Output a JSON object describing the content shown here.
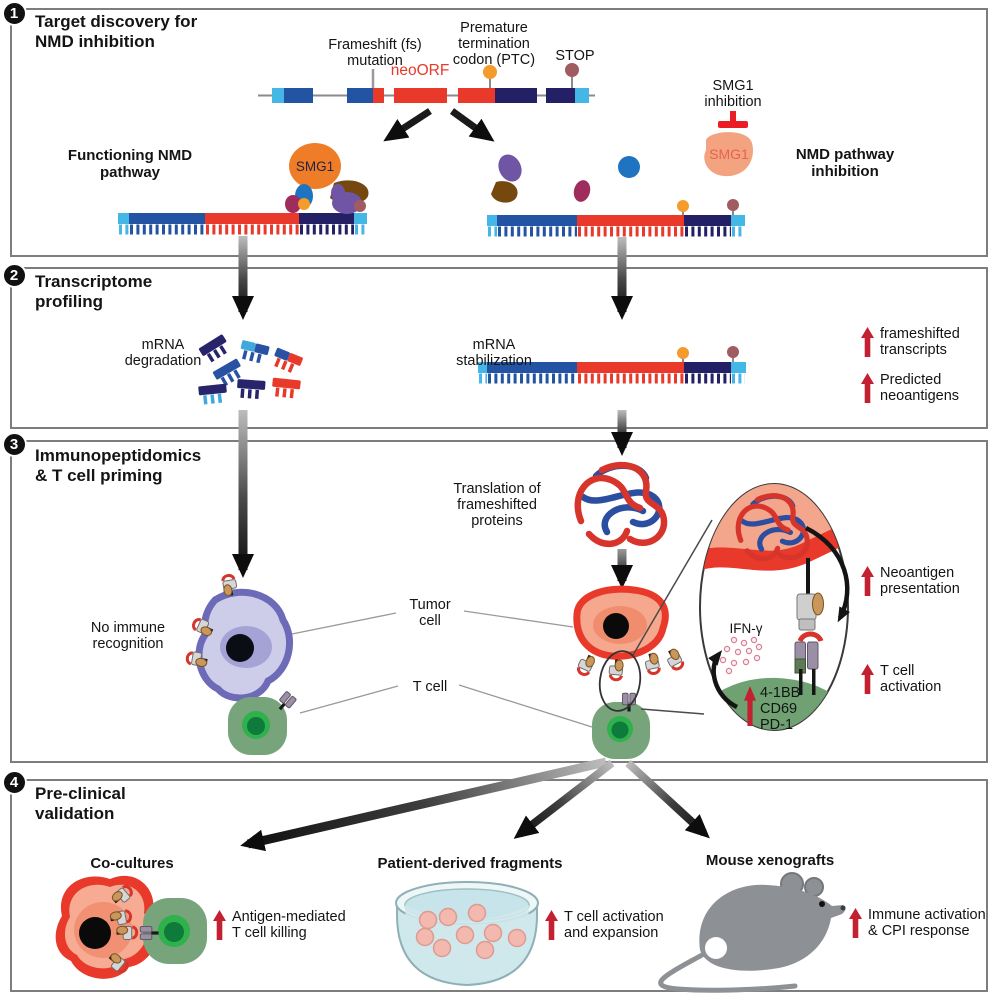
{
  "panel1": {
    "number": "1",
    "title": "Target discovery for\nNMD inhibition",
    "frameshift_label": "Frameshift (fs)\nmutation",
    "ptc_label": "Premature\ntermination\ncodon (PTC)",
    "stop_label": "STOP",
    "neoorf_label": "neoORF",
    "left_branch_label": "Functioning NMD\npathway",
    "right_branch_label": "NMD pathway\ninhibition",
    "smg1_complex_label": "SMG1",
    "smg1_inhibition_label": "SMG1\ninhibition",
    "smg1_free_label": "SMG1"
  },
  "panel2": {
    "number": "2",
    "title": "Transcriptome\nprofiling",
    "degradation_label": "mRNA\ndegradation",
    "stabilization_label": "mRNA\nstabilization",
    "annotation_transcripts": "frameshifted\ntranscripts",
    "annotation_neoantigens": "Predicted\nneoantigens"
  },
  "panel3": {
    "number": "3",
    "title": "Immunopeptidomics\n& T cell priming",
    "translation_label": "Translation of\nframeshifted\nproteins",
    "no_immune_label": "No immune\nrecognition",
    "tumor_cell_label": "Tumor\ncell",
    "t_cell_label": "T cell",
    "ifn_gamma_label": "IFN-γ",
    "activation_markers": "4-1BB\nCD69\nPD-1",
    "annotation_neoantigen": "Neoantigen\npresentation",
    "annotation_tcell": "T cell\nactivation"
  },
  "panel4": {
    "number": "4",
    "title": "Pre-clinical\nvalidation",
    "cocultures_label": "Co-cultures",
    "fragments_label": "Patient-derived fragments",
    "xenografts_label": "Mouse xenografts",
    "annotation_killing": "Antigen-mediated\nT cell killing",
    "annotation_expansion": "T cell activation\nand expansion",
    "annotation_immune": "Immune activation\n& CPI response"
  },
  "colors": {
    "exon_red": "#e8392b",
    "exon_navy": "#232065",
    "exon_blue": "#2353a3",
    "exon_cyan": "#45b7e6",
    "ptc_orange": "#f49b2c",
    "stop_maroon": "#a05c60",
    "smg1_orange": "#ef7d28",
    "smg1_inhibited": "#f4a380",
    "annotation_arrow_red": "#c32031",
    "tumor_cell_salmon": "#f6a88e",
    "tumor_cell_purple": "#cdcdea",
    "t_cell_green": "#77a47a",
    "mouse_gray": "#8d9195",
    "panel_border_gray": "#7d7d7d"
  }
}
